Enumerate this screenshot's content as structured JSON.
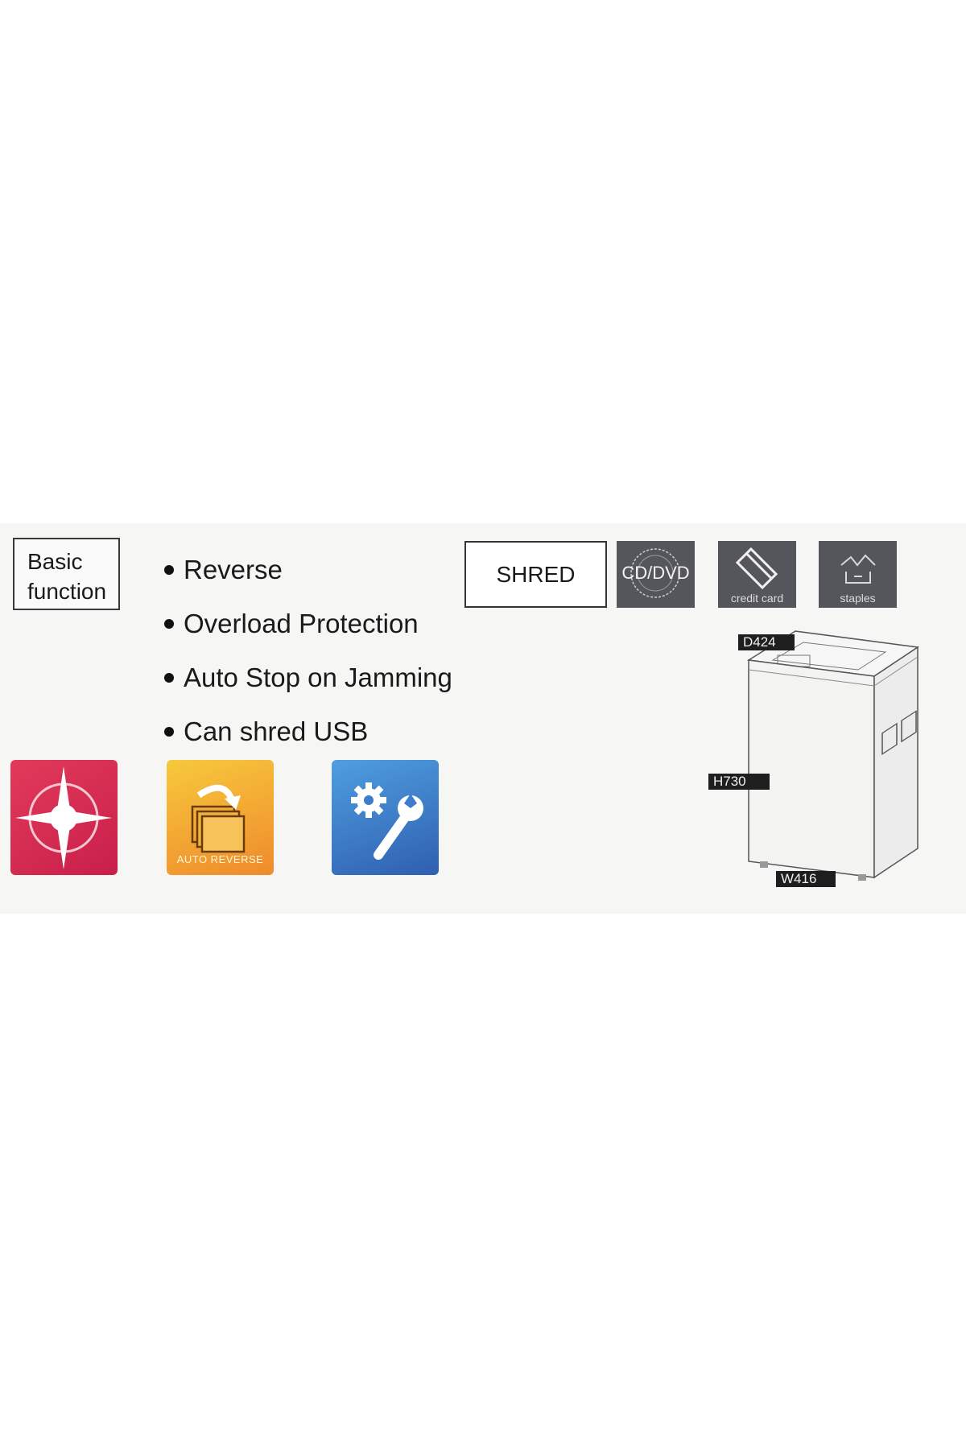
{
  "basic": {
    "line1": "Basic",
    "line2": "function"
  },
  "features": [
    "Reverse",
    "Overload Protection",
    "Auto Stop on  Jamming",
    "Can shred USB"
  ],
  "shred": {
    "label": "SHRED",
    "tiles": [
      {
        "label": "CD/DVD",
        "icon": "cd-dvd-icon"
      },
      {
        "label": "credit card",
        "icon": "credit-card-icon"
      },
      {
        "label": "staples",
        "icon": "staples-icon"
      }
    ]
  },
  "icons": [
    {
      "name": "overload-protection-icon",
      "color": "#d92c52"
    },
    {
      "name": "auto-reverse-icon",
      "label": "AUTO REVERSE",
      "color": "#f2a233"
    },
    {
      "name": "maintenance-tools-icon",
      "color": "#3c7dcc"
    }
  ],
  "dimensions": {
    "depth": "D424",
    "height": "H730",
    "width": "W416"
  }
}
